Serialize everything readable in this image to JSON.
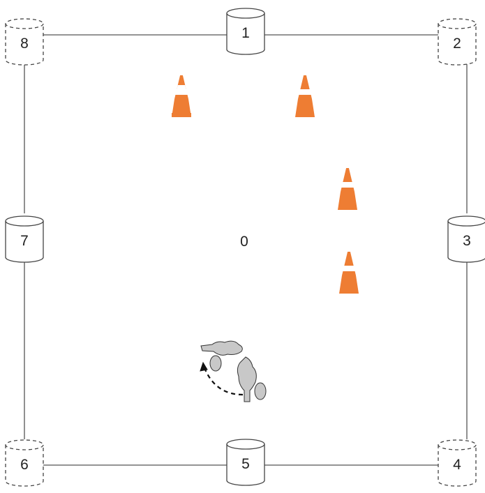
{
  "center": {
    "label": "0"
  },
  "cylinders": [
    {
      "id": "cyl-1",
      "label": "1",
      "style": "solid"
    },
    {
      "id": "cyl-2",
      "label": "2",
      "style": "dashed"
    },
    {
      "id": "cyl-3",
      "label": "3",
      "style": "solid"
    },
    {
      "id": "cyl-4",
      "label": "4",
      "style": "dashed"
    },
    {
      "id": "cyl-5",
      "label": "5",
      "style": "solid"
    },
    {
      "id": "cyl-6",
      "label": "6",
      "style": "dashed"
    },
    {
      "id": "cyl-7",
      "label": "7",
      "style": "solid"
    },
    {
      "id": "cyl-8",
      "label": "8",
      "style": "dashed"
    }
  ],
  "cones": {
    "count": 4,
    "color": "#ee7d33"
  },
  "colors": {
    "line": "#555555",
    "cone": "#ee7d33",
    "footprint": "#c8c8c8"
  }
}
